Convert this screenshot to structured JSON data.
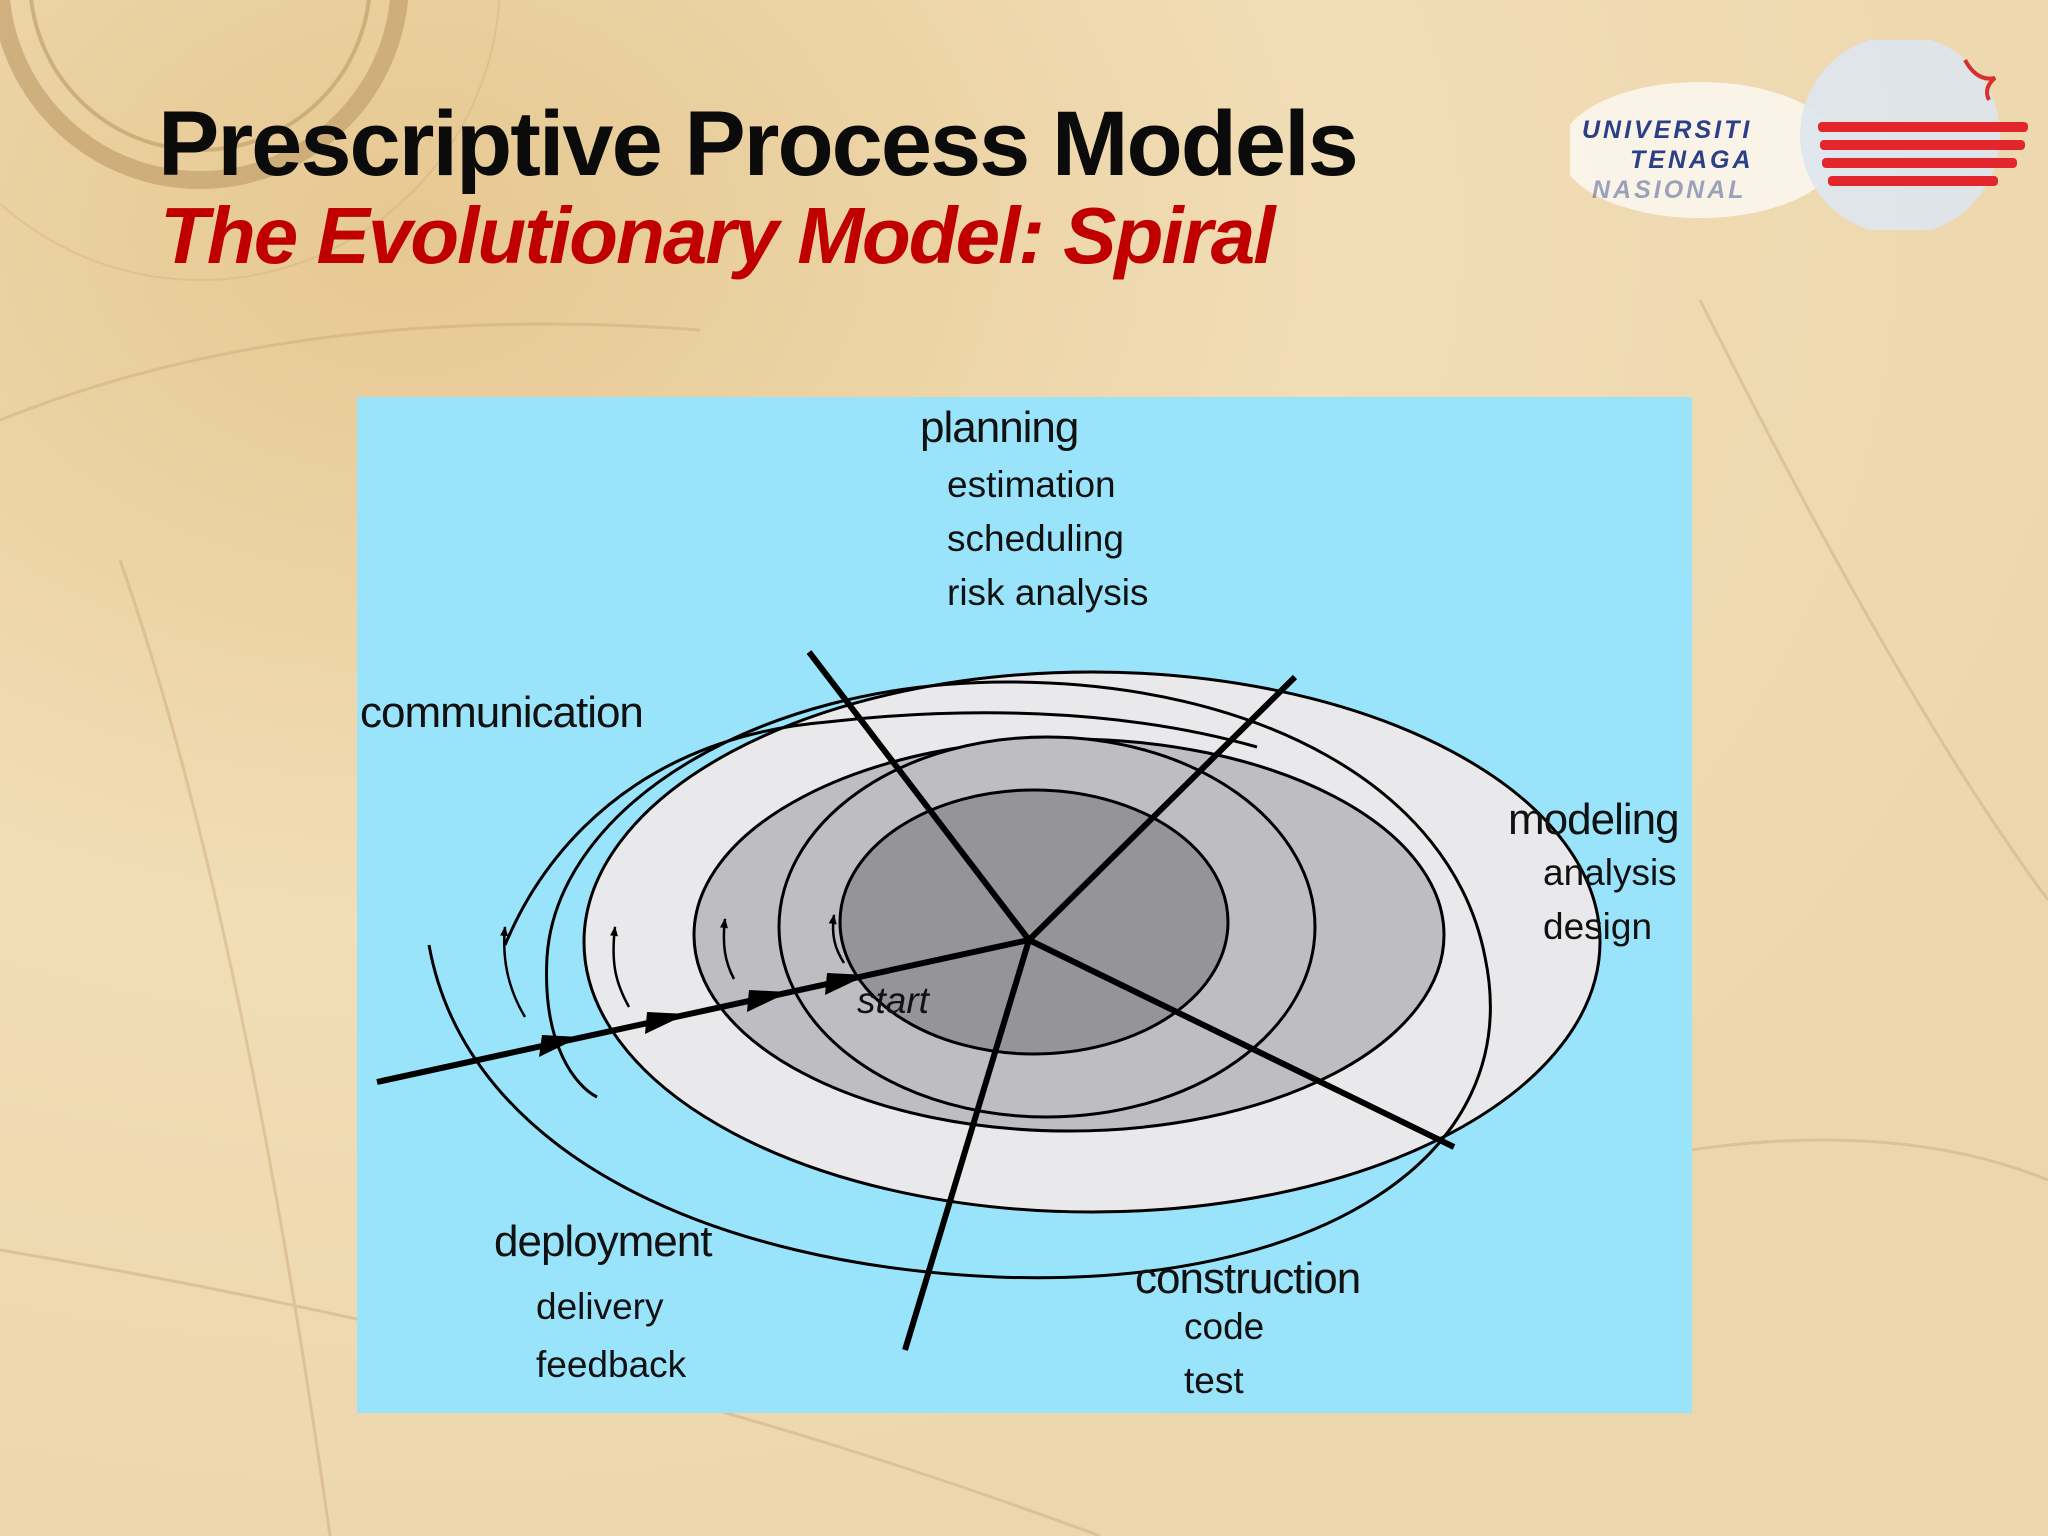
{
  "slide": {
    "title": "Prescriptive Process Models",
    "subtitle": "The Evolutionary Model: Spiral"
  },
  "logo": {
    "line1": "UNIVERSITI",
    "line2": "TENAGA",
    "line3": "NASIONAL"
  },
  "diagram": {
    "start_label": "start",
    "phases": {
      "planning": {
        "label": "planning",
        "tasks": [
          "estimation",
          "scheduling",
          "risk analysis"
        ]
      },
      "communication": {
        "label": "communication"
      },
      "modeling": {
        "label": "modeling",
        "tasks": [
          "analysis",
          "design"
        ]
      },
      "construction": {
        "label": "construction",
        "tasks": [
          "code",
          "test"
        ]
      },
      "deployment": {
        "label": "deployment",
        "tasks": [
          "delivery",
          "feedback"
        ]
      }
    }
  },
  "colors": {
    "title": "#0b0b0b",
    "subtitle": "#c00000",
    "diagram_background": "#99e4fb",
    "ring_outer": "#e9e9ec",
    "ring_middle": "#bdbdc2",
    "ring_inner": "#959599"
  }
}
